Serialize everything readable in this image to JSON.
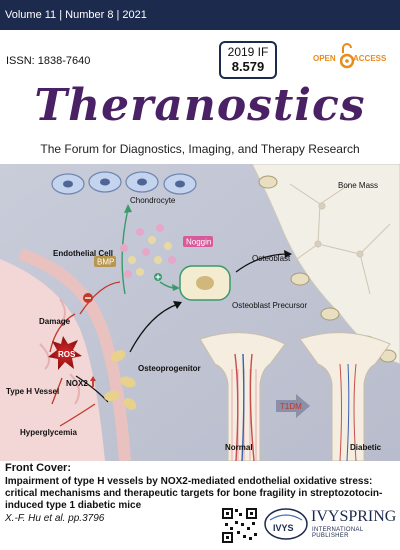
{
  "header": {
    "volume_line": "Volume 11 | Number 8 | 2021",
    "issn": "ISSN: 1838-7640"
  },
  "impact": {
    "label": "2019 IF",
    "value": "8.579"
  },
  "open_access": {
    "open": "OPEN",
    "access": "ACCESS",
    "accent_color": "#e98b1a"
  },
  "journal": {
    "title": "Theranostics",
    "tagline": "The Forum for Diagnostics, Imaging, and Therapy Research",
    "title_color": "#4a2164"
  },
  "cover_art": {
    "labels": {
      "chondrocyte": "Chondrocyte",
      "bone_mass": "Bone Mass",
      "noggin": "Noggin",
      "bmp": "BMP",
      "osteoblast": "Osteoblast",
      "endothelial_cell": "Endothelial Cell",
      "damage": "Damage",
      "ros": "ROS",
      "osteoblast_precursor": "Osteoblast Precursor",
      "osteoprogenitor": "Osteoprogenitor",
      "type_h_vessel": "Type H Vessel",
      "nox2": "NOX2",
      "hyperglycemia": "Hyperglycemia",
      "t1dm": "T1DM",
      "normal": "Normal",
      "diabetic": "Diabetic"
    }
  },
  "caption": {
    "heading": "Front Cover:",
    "body": "Impairment of type H vessels by NOX2-mediated endothelial oxidative stress: critical mechanisms and therapeutic targets for bone fragility in streptozotocin-induced type 1 diabetic mice",
    "authors": "X.-F. Hu et al. pp.3796"
  },
  "publisher": {
    "name": "IVYSPRING",
    "subtitle": "INTERNATIONAL PUBLISHER",
    "logo_text": "IVYS"
  }
}
